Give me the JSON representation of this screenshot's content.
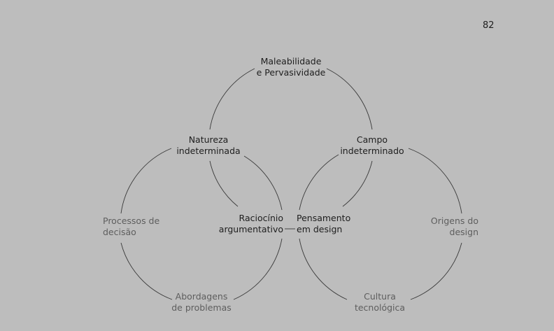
{
  "page_number": "82",
  "nodes": {
    "maleabilidade": [
      "Maleabilidade",
      "e Pervasividade"
    ],
    "natureza": [
      "Natureza",
      "indeterminada"
    ],
    "campo": [
      "Campo",
      "indeterminado"
    ],
    "raciocinio": [
      "Raciocínio",
      "argumentativo"
    ],
    "pensamento": [
      "Pensamento",
      "em design"
    ],
    "processos": [
      "Processos de",
      "decisão"
    ],
    "origens": [
      "Origens do",
      "design"
    ],
    "abordagens": [
      "Abordagens",
      "de problemas"
    ],
    "cultura": [
      "Cultura",
      "tecnológica"
    ]
  },
  "colors": {
    "background": "#bdbdbd",
    "line": "#3a3a3a",
    "text_dark": "#1e1e1e",
    "text_light": "#5e5e5e"
  }
}
